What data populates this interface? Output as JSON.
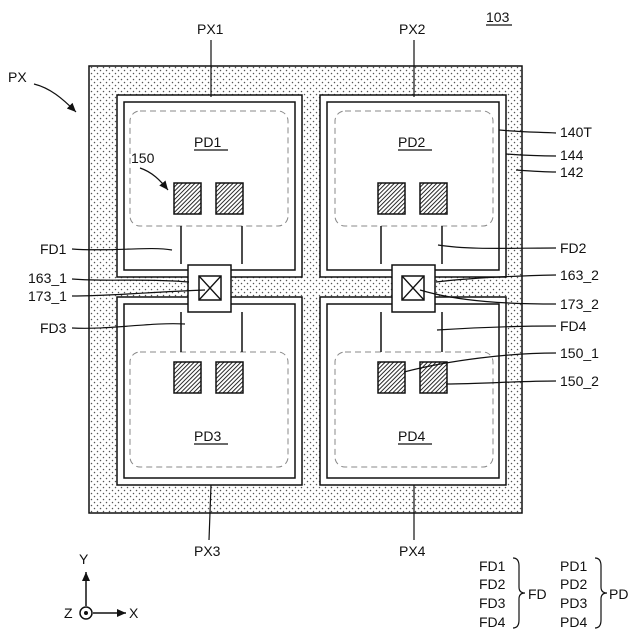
{
  "figure": {
    "ref": "103",
    "labels": {
      "px": "PX",
      "px1": "PX1",
      "px2": "PX2",
      "px3": "PX3",
      "px4": "PX4",
      "pd1": "PD1",
      "pd2": "PD2",
      "pd3": "PD3",
      "pd4": "PD4",
      "n150": "150",
      "n140t": "140T",
      "n144": "144",
      "n142": "142",
      "fd1": "FD1",
      "fd2": "FD2",
      "fd3": "FD3",
      "fd4": "FD4",
      "n163_1": "163_1",
      "n173_1": "173_1",
      "n163_2": "163_2",
      "n173_2": "173_2",
      "n150_1": "150_1",
      "n150_2": "150_2"
    },
    "axes": {
      "y": "Y",
      "x": "X",
      "z": "Z"
    },
    "legend": {
      "fd_items": [
        "FD1",
        "FD2",
        "FD3",
        "FD4"
      ],
      "fd_group": "FD",
      "pd_items": [
        "PD1",
        "PD2",
        "PD3",
        "PD4"
      ],
      "pd_group": "PD"
    }
  }
}
